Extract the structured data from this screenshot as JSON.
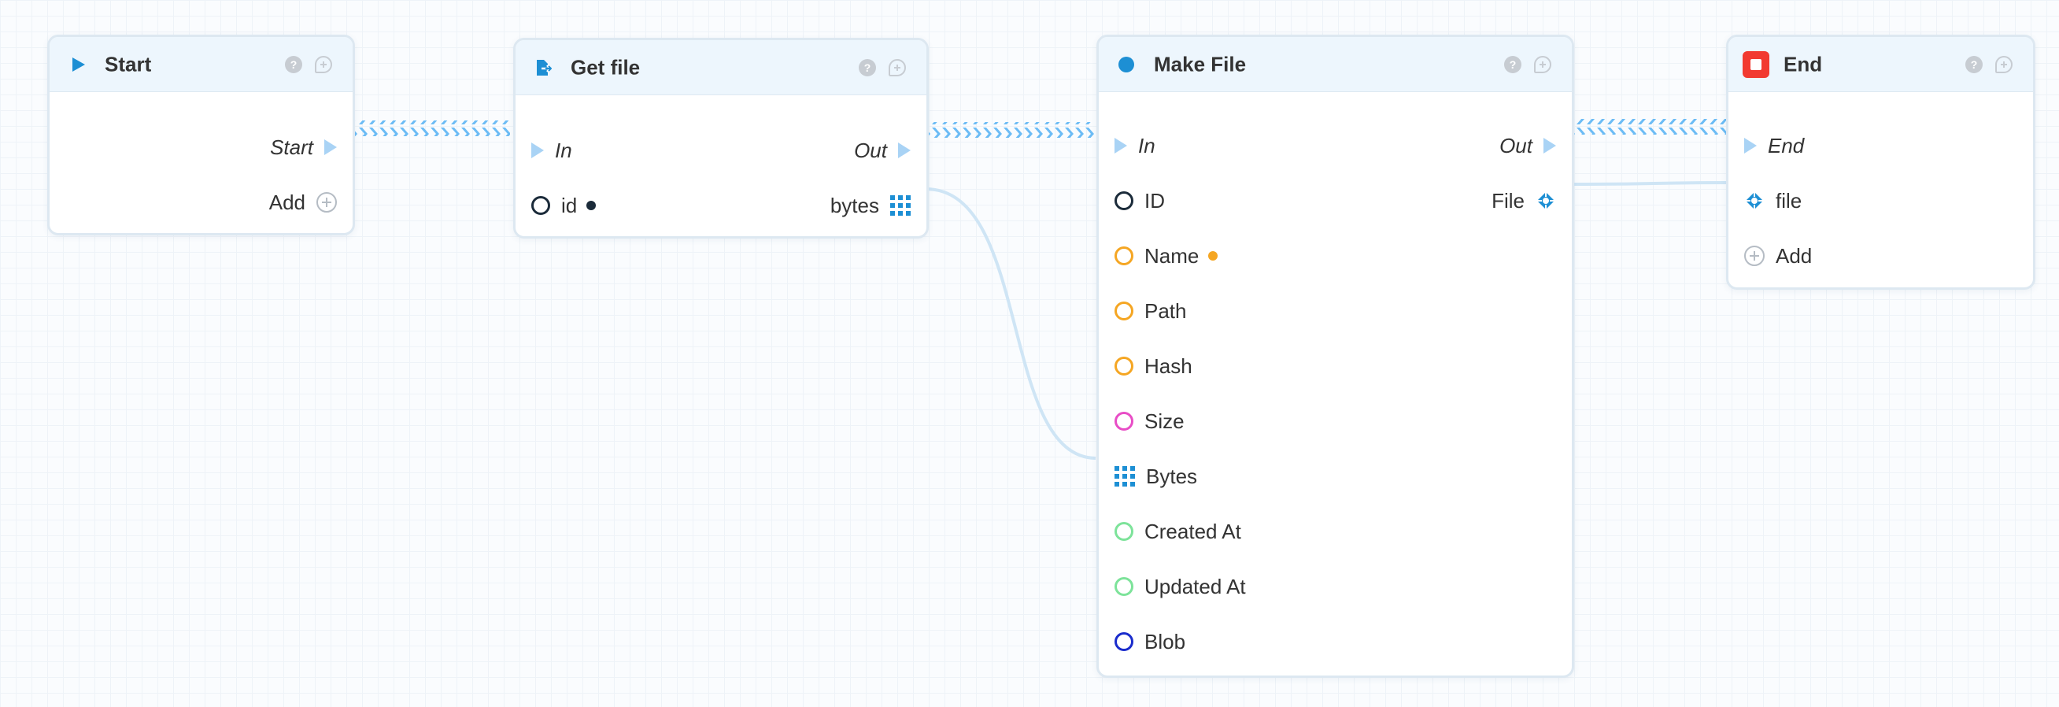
{
  "colors": {
    "exec_wire": "#6cbcf5",
    "data_wire": "#cfe5f5",
    "exec_port": "#a9d3f5",
    "id_port": "#1b2b3a",
    "string_port": "#f5a623",
    "size_port": "#e84dc6",
    "datetime_port": "#7de39a",
    "blob_port": "#1a2ccc",
    "bytes_port": "#1d8fd4",
    "struct_port": "#1d8fd4",
    "start_icon": "#1d8fd4",
    "make_file_icon": "#1d8fd4",
    "end_icon": "#f23a30",
    "get_file_icon": "#1d8fd4"
  },
  "icons": {
    "help": "?",
    "start": "play-icon",
    "get_file": "file-export-icon",
    "make_file": "circle-icon",
    "end": "stop-icon",
    "comment": "comment-add-icon",
    "add": "plus-circle-icon"
  },
  "nodes": {
    "start": {
      "title": "Start",
      "outputs": {
        "start": "Start",
        "add": "Add"
      }
    },
    "get_file": {
      "title": "Get file",
      "inputs": {
        "in": "In",
        "id": "id"
      },
      "outputs": {
        "out": "Out",
        "bytes": "bytes"
      }
    },
    "make_file": {
      "title": "Make File",
      "inputs": {
        "in": "In",
        "id": "ID",
        "name": "Name",
        "path": "Path",
        "hash": "Hash",
        "size": "Size",
        "bytes": "Bytes",
        "created_at": "Created At",
        "updated_at": "Updated At",
        "blob": "Blob"
      },
      "outputs": {
        "out": "Out",
        "file": "File"
      }
    },
    "end": {
      "title": "End",
      "inputs": {
        "end": "End",
        "file": "file",
        "add": "Add"
      }
    }
  }
}
